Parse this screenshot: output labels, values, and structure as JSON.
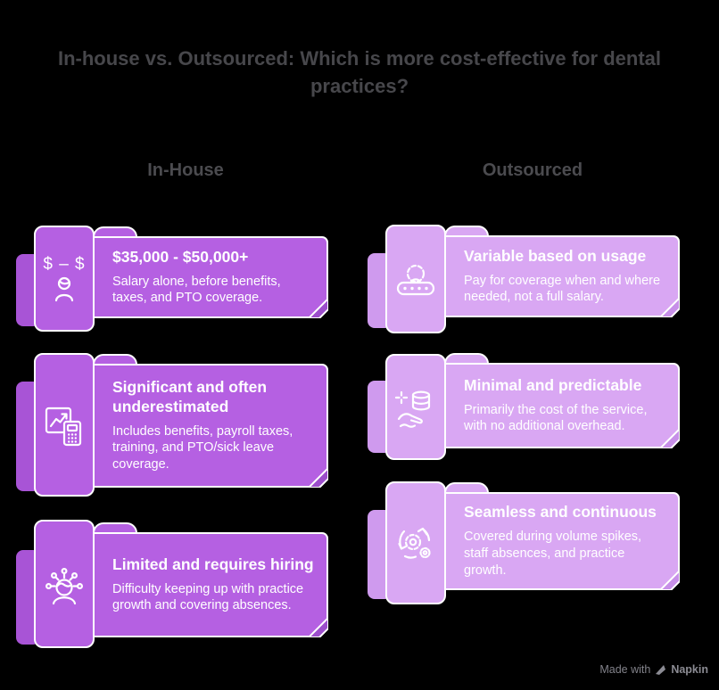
{
  "title": "In-house vs. Outsourced: Which is more cost-effective for dental practices?",
  "colors": {
    "background": "#000000",
    "in_house_card": "#b560e2",
    "outsourced_card": "#d9a7f3",
    "title_text": "#47474b",
    "card_text": "#ffffff"
  },
  "columns": [
    {
      "header": "In-House",
      "cards": [
        {
          "icon": "salary-dollar-person-icon",
          "icon_label": "$ – $",
          "title": "$35,000 - $50,000+",
          "description": "Salary alone, before benefits, taxes, and PTO coverage."
        },
        {
          "icon": "chart-calculator-icon",
          "title": "Significant and often underestimated",
          "description": "Includes benefits, payroll taxes, training, and PTO/sick leave coverage."
        },
        {
          "icon": "person-skills-icon",
          "title": "Limited and requires hiring",
          "description": "Difficulty keeping up with practice growth and covering absences."
        }
      ]
    },
    {
      "header": "Outsourced",
      "cards": [
        {
          "icon": "gear-machine-icon",
          "title": "Variable based on usage",
          "description": "Pay for coverage when and where needed, not a full salary."
        },
        {
          "icon": "hand-database-icon",
          "title": "Minimal and predictable",
          "description": "Primarily the cost of the service, with no additional overhead."
        },
        {
          "icon": "sync-gears-icon",
          "title": "Seamless and continuous",
          "description": "Covered during volume spikes, staff absences, and practice growth."
        }
      ]
    }
  ],
  "watermark": {
    "made_with": "Made with",
    "brand": "Napkin"
  }
}
